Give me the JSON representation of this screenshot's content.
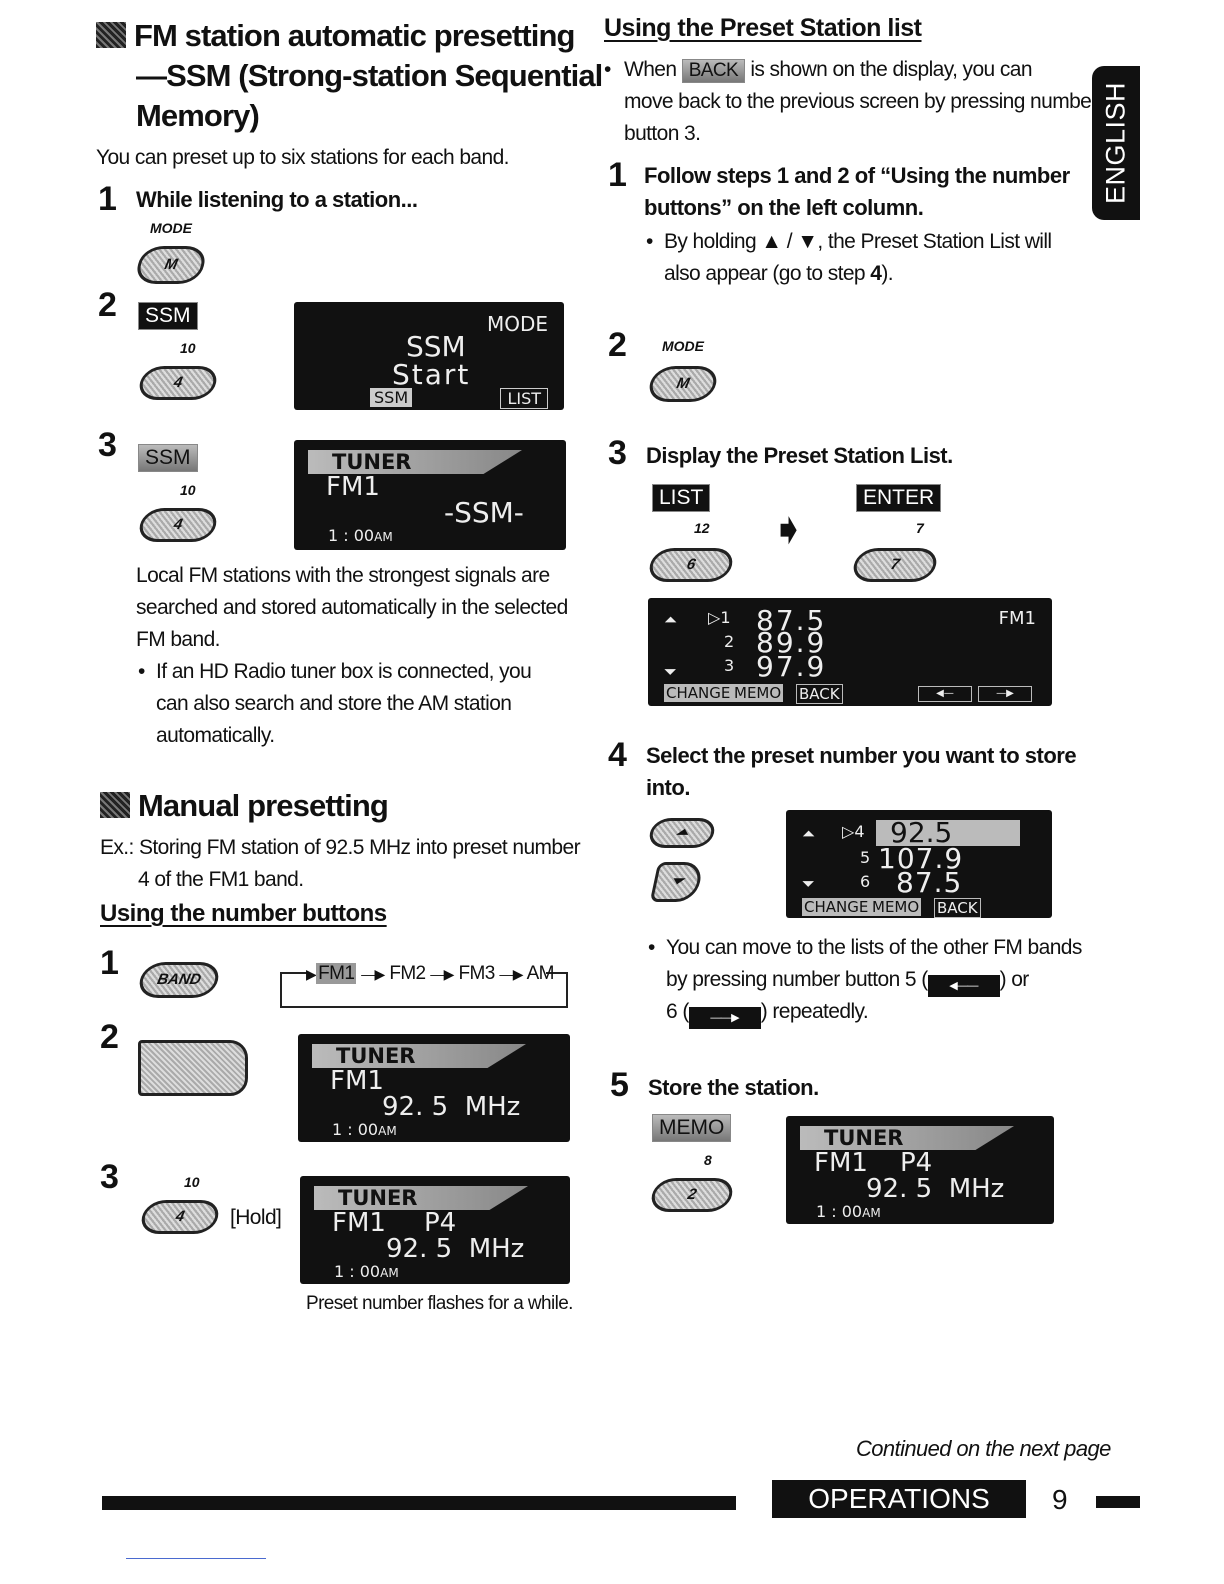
{
  "left": {
    "ssm_title_l1": "FM station automatic presetting",
    "ssm_title_l2": "—SSM (Strong-station Sequential",
    "ssm_title_l3": "Memory)",
    "ssm_intro": "You can preset up to six stations for each band.",
    "step1_num": "1",
    "step1_title": "While listening to a station...",
    "mode_label": "MODE",
    "btn_m": "M",
    "step2_num": "2",
    "ssm_tag": "SSM",
    "ten_label": "10",
    "btn_4": "4",
    "lcd_ssm": {
      "mode": "MODE",
      "line1": "SSM",
      "line2": "Start",
      "left_tag": "SSM",
      "right_tag": "LIST"
    },
    "step3_num": "3",
    "lcd_tuner_ssm": {
      "tuner": "TUNER",
      "band": "FM1",
      "ssm": "-SSM-",
      "time": "1 : 00",
      "ampm": "AM"
    },
    "local_fm_l1": "Local FM stations with the strongest signals are",
    "local_fm_l2": "searched and stored automatically in the selected",
    "local_fm_l3": "FM band.",
    "hd_l1": "If an HD Radio tuner box is connected, you",
    "hd_l2": "can also search and store the AM station",
    "hd_l3": "automatically.",
    "manual_title": "Manual presetting",
    "ex_l1": "Ex.: Storing FM station of 92.5 MHz into preset number",
    "ex_l2": "4 of the FM1 band.",
    "num_buttons_heading": "Using the number buttons",
    "btn_band": "BAND",
    "band_seq": {
      "fm1": "FM1",
      "fm2": "FM2",
      "fm3": "FM3",
      "am": "AM"
    },
    "lcd_tuner_freq": {
      "tuner": "TUNER",
      "band": "FM1",
      "freq": "92. 5",
      "unit": "MHz",
      "time": "1 : 00",
      "ampm": "AM"
    },
    "hold_label": "[Hold]",
    "lcd_tuner_p4": {
      "tuner": "TUNER",
      "band": "FM1",
      "preset": "P4",
      "freq": "92. 5",
      "unit": "MHz",
      "time": "1 : 00",
      "ampm": "AM"
    },
    "preset_flash": "Preset number flashes for a while."
  },
  "right": {
    "list_heading": "Using the Preset Station list",
    "when_l1a": "When",
    "back_tag": "BACK",
    "when_l1b": "is shown on the display, you can",
    "when_l2": "move back to the previous screen by pressing number",
    "when_l3": "button 3.",
    "step1_num": "1",
    "step1_l1": "Follow steps 1 and 2 of “Using the number",
    "step1_l2": "buttons” on the left column.",
    "holding_l1": "By holding ▲ / ▼, the Preset Station List will",
    "holding_l2a": "also appear (go to step ",
    "holding_l2b": "4",
    "holding_l2c": ").",
    "step2_num": "2",
    "mode_label": "MODE",
    "btn_m": "M",
    "step3_num": "3",
    "step3_title": "Display the Preset Station List.",
    "list_tag": "LIST",
    "enter_tag": "ENTER",
    "twelve_label": "12",
    "seven_label": "7",
    "btn_6": "6",
    "btn_7": "7",
    "lcd_list": {
      "p1": "1",
      "f1": "87.5",
      "p2": "2",
      "f2": "89.9",
      "p3": "3",
      "f3": "97.9",
      "band": "FM1",
      "change": "CHANGE",
      "memo": "MEMO",
      "back": "BACK"
    },
    "step4_num": "4",
    "step4_l1": "Select the preset number you want to store",
    "step4_l2": "into.",
    "lcd_list2": {
      "p4": "4",
      "f4": "92.5",
      "p5": "5",
      "f5": "107.9",
      "p6": "6",
      "f6": "87.5",
      "change": "CHANGE",
      "memo": "MEMO",
      "back": "BACK"
    },
    "other_l1": "You can move to the lists of the other FM bands",
    "other_l2a": "by pressing number button 5 (",
    "other_l2b": ") or",
    "other_l3a": "6 (",
    "other_l3b": ") repeatedly.",
    "step5_num": "5",
    "step5_title": "Store the station.",
    "memo_tag": "MEMO",
    "eight_label": "8",
    "btn_2": "2",
    "lcd_store": {
      "tuner": "TUNER",
      "band": "FM1",
      "preset": "P4",
      "freq": "92. 5",
      "unit": "MHz",
      "time": "1 : 00",
      "ampm": "AM"
    }
  },
  "side_tab": "ENGLISH",
  "footer": {
    "continued": "Continued on the next page",
    "section": "OPERATIONS",
    "page": "9"
  }
}
